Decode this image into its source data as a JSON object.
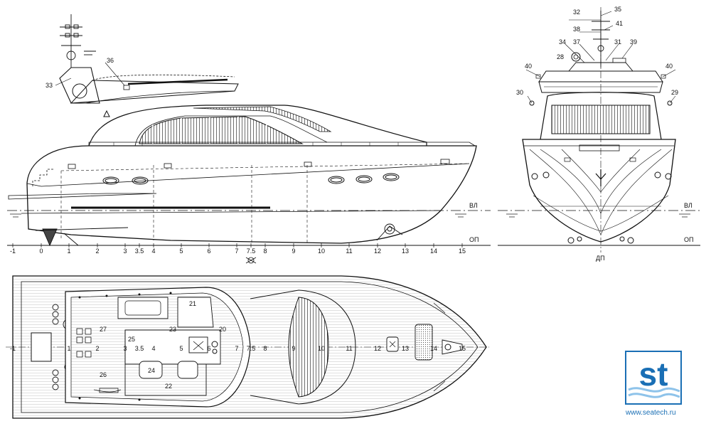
{
  "drawing": {
    "side_frames": [
      "-1",
      "0",
      "1",
      "2",
      "3",
      "3.5",
      "4",
      "5",
      "6",
      "7",
      "7.5",
      "8",
      "9",
      "10",
      "11",
      "12",
      "13",
      "14",
      "15"
    ],
    "plan_frames": [
      "-1",
      "1",
      "2",
      "3",
      "3.5",
      "4",
      "5",
      "6",
      "7",
      "7.5",
      "8",
      "9",
      "10",
      "11",
      "12",
      "13",
      "14",
      "15"
    ],
    "waterline_label": "ВЛ",
    "baseline_label": "ОП",
    "centerline_label": "ДП",
    "side_callouts": [
      "33",
      "36"
    ],
    "front_callouts": [
      "32",
      "35",
      "38",
      "41",
      "34",
      "37",
      "31",
      "39",
      "28",
      "40",
      "40",
      "30",
      "29"
    ],
    "plan_callouts": [
      "21",
      "27",
      "23",
      "20",
      "25",
      "24",
      "22",
      "26"
    ]
  },
  "branding": {
    "logo_mark": "st",
    "url": "www.seatech.ru",
    "colors": {
      "primary": "#1a6fb5",
      "light": "#8ec3ea"
    }
  }
}
